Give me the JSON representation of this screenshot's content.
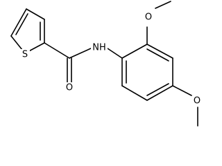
{
  "molecule": {
    "atoms": {
      "sulfur": "S",
      "amide_nitrogen": "NH",
      "carbonyl_oxygen": "O",
      "methoxy_oxygen_ortho": "O",
      "methoxy_oxygen_para": "O"
    },
    "colors": {
      "bond": "#000000",
      "label": "#000000",
      "background": "#ffffff"
    }
  }
}
